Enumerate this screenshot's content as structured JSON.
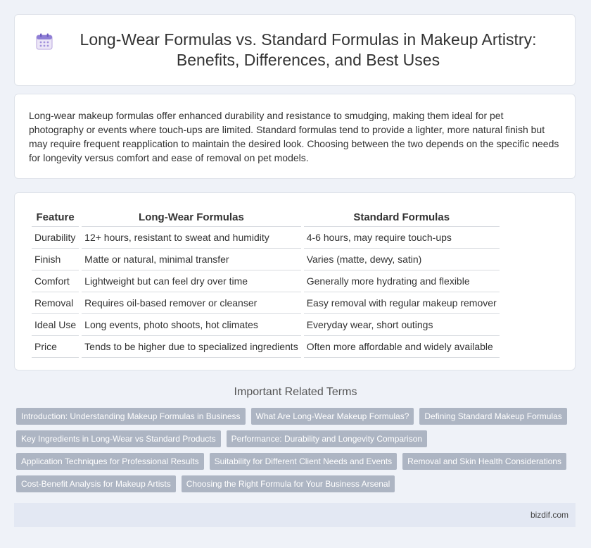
{
  "header": {
    "title": "Long-Wear Formulas vs. Standard Formulas in Makeup Artistry: Benefits, Differences, and Best Uses",
    "icon": "calendar-icon"
  },
  "intro": {
    "text": "Long-wear makeup formulas offer enhanced durability and resistance to smudging, making them ideal for pet photography or events where touch-ups are limited. Standard formulas tend to provide a lighter, more natural finish but may require frequent reapplication to maintain the desired look. Choosing between the two depends on the specific needs for longevity versus comfort and ease of removal on pet models."
  },
  "table": {
    "headers": [
      "Feature",
      "Long-Wear Formulas",
      "Standard Formulas"
    ],
    "rows": [
      [
        "Durability",
        "12+ hours, resistant to sweat and humidity",
        "4-6 hours, may require touch-ups"
      ],
      [
        "Finish",
        "Matte or natural, minimal transfer",
        "Varies (matte, dewy, satin)"
      ],
      [
        "Comfort",
        "Lightweight but can feel dry over time",
        "Generally more hydrating and flexible"
      ],
      [
        "Removal",
        "Requires oil-based remover or cleanser",
        "Easy removal with regular makeup remover"
      ],
      [
        "Ideal Use",
        "Long events, photo shoots, hot climates",
        "Everyday wear, short outings"
      ],
      [
        "Price",
        "Tends to be higher due to specialized ingredients",
        "Often more affordable and widely available"
      ]
    ]
  },
  "related": {
    "heading": "Important Related Terms",
    "tags": [
      "Introduction: Understanding Makeup Formulas in Business",
      "What Are Long-Wear Makeup Formulas?",
      "Defining Standard Makeup Formulas",
      "Key Ingredients in Long-Wear vs Standard Products",
      "Performance: Durability and Longevity Comparison",
      "Application Techniques for Professional Results",
      "Suitability for Different Client Needs and Events",
      "Removal and Skin Health Considerations",
      "Cost-Benefit Analysis for Makeup Artists",
      "Choosing the Right Formula for Your Business Arsenal"
    ]
  },
  "footer": {
    "site": "bizdif.com"
  },
  "colors": {
    "background": "#eff2f8",
    "tag_bg": "#adb5c3",
    "footer_bg": "#e3e8f3"
  }
}
